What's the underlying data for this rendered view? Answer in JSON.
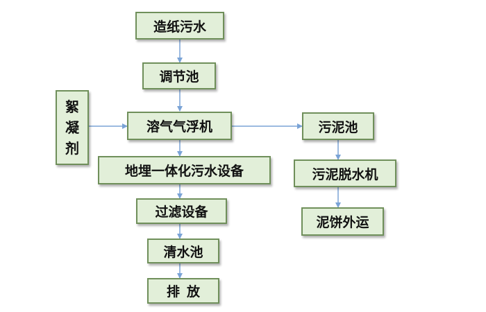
{
  "nodes": {
    "papermaking_wastewater": "造纸污水",
    "regulating_tank": "调节池",
    "flocculant": [
      "絮",
      "凝",
      "剂"
    ],
    "daf_machine": "溶气气浮机",
    "integrated_equipment": "地埋一体化污水设备",
    "filtration_equipment": "过滤设备",
    "clear_water_tank": "清水池",
    "discharge": "排放",
    "sludge_tank": "污泥池",
    "sludge_dewatering": "污泥脱水机",
    "sludge_cake_transport": "泥饼外运"
  },
  "colors": {
    "node_fill": "#e2efd9",
    "node_border": "#6f8f5a",
    "arrow": "#7aa3d6"
  }
}
